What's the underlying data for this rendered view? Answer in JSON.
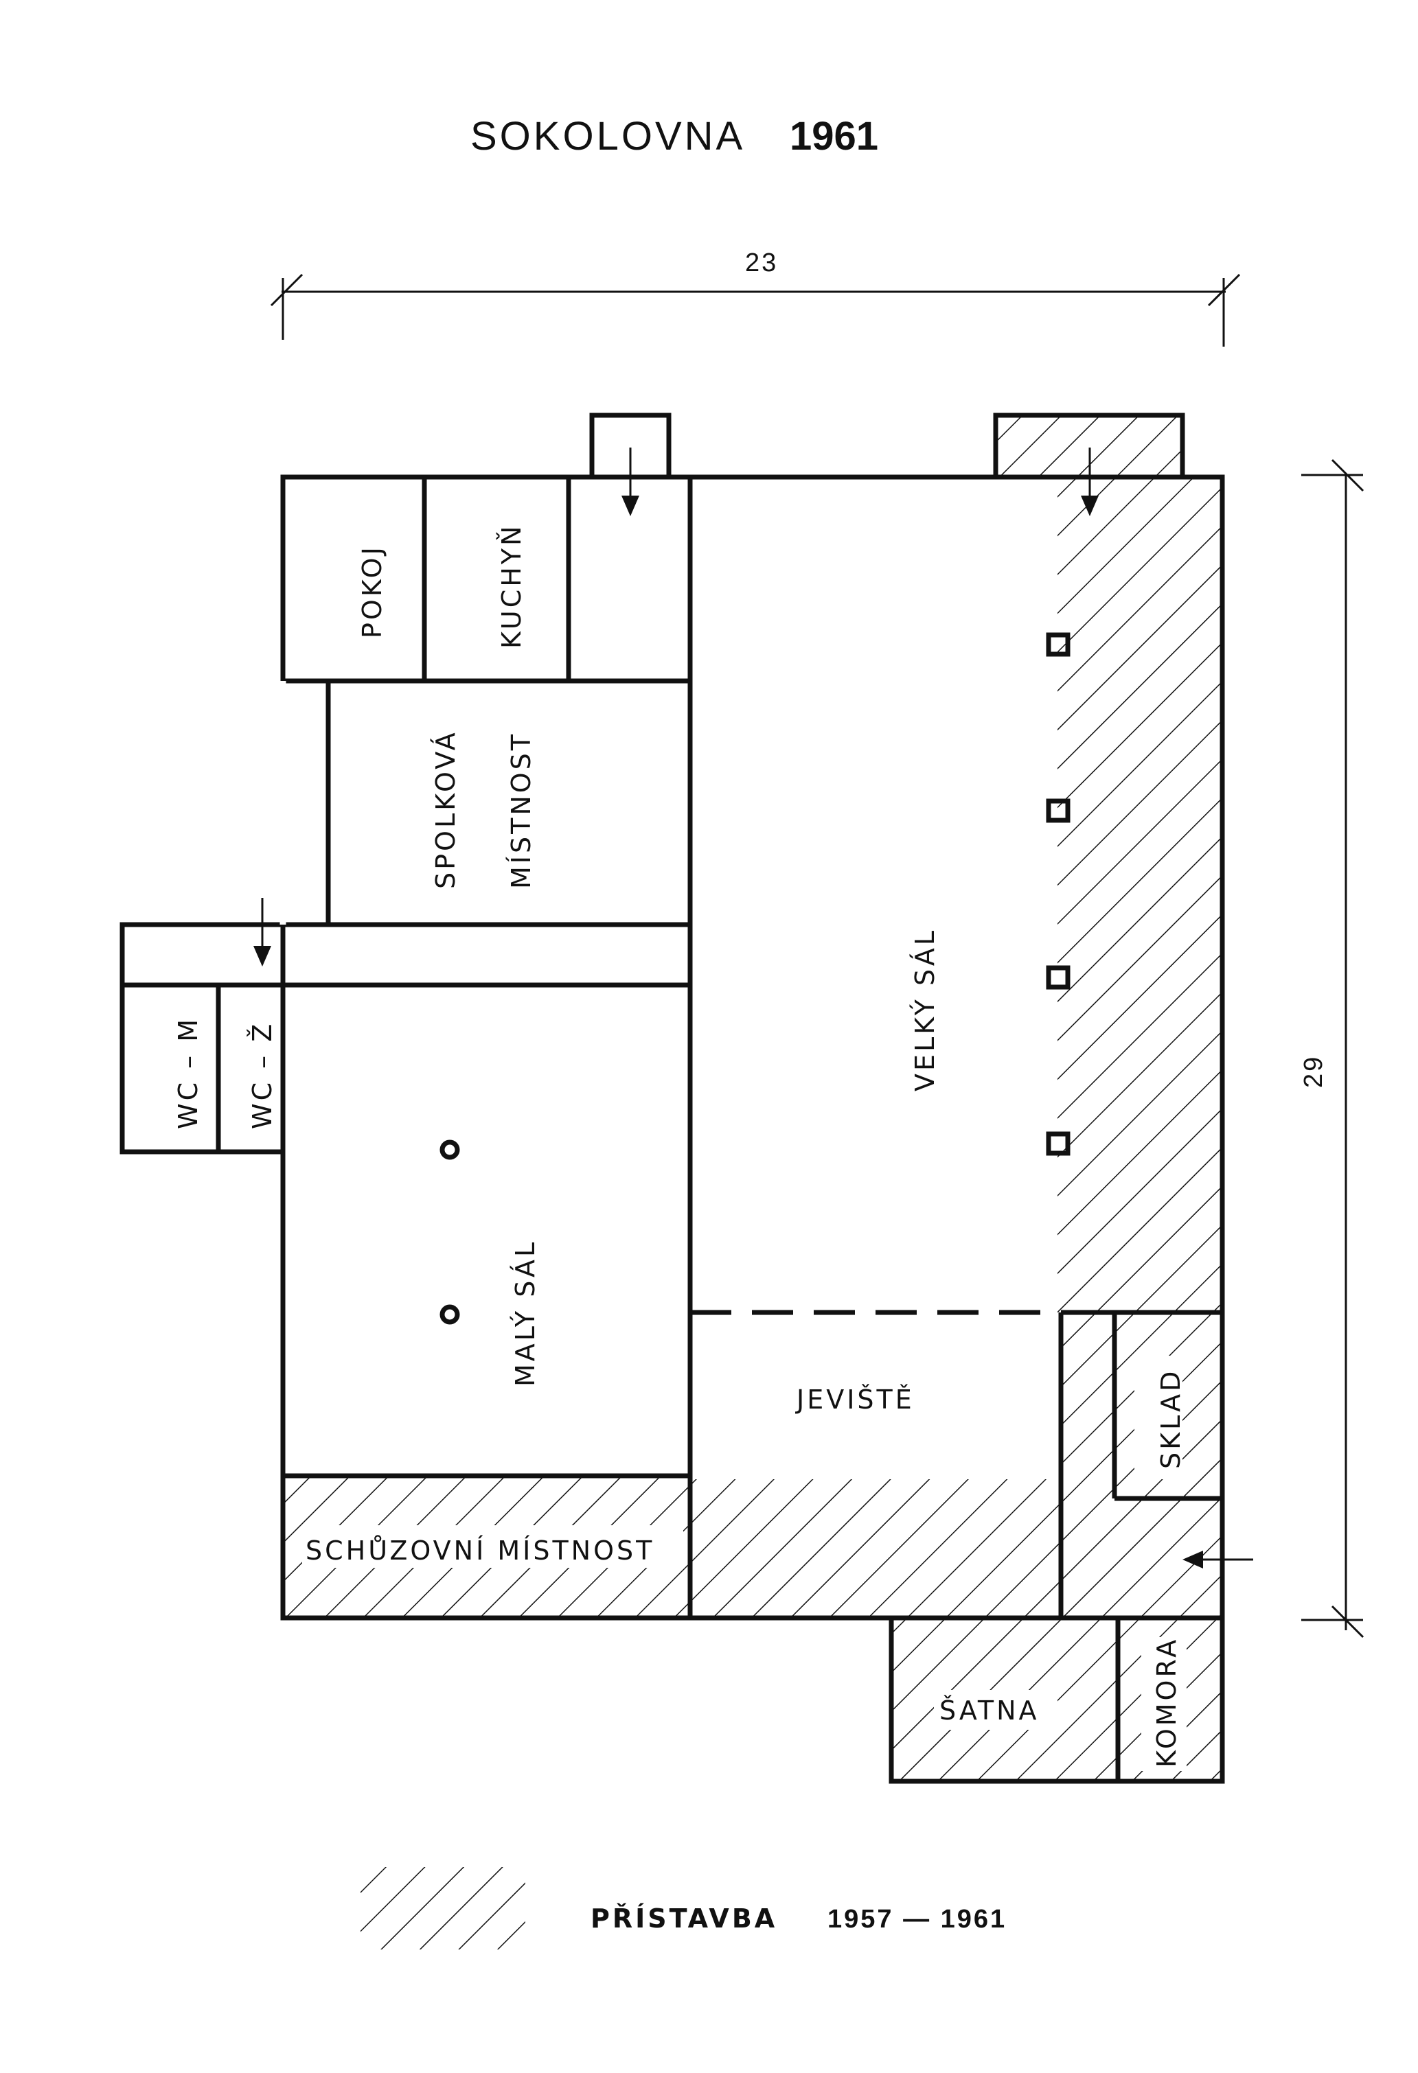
{
  "title": {
    "name": "SOKOLOVNA",
    "year": "1961"
  },
  "dimensions": {
    "width": "23",
    "depth": "29"
  },
  "rooms": {
    "pokoj": "POKOJ",
    "kuchyn": "KUCHYŇ",
    "spolkova_1": "SPOLKOVÁ",
    "spolkova_2": "MÍSTNOST",
    "wc_m": "WC – M",
    "wc_z": "WC – Ž",
    "maly_sal": "MALÝ  SÁL",
    "velky_sal": "VELKÝ  SÁL",
    "jeviste": "JEVIŠTĚ",
    "sklad": "SKLAD",
    "schuzovni": "SCHŮZOVNÍ MÍSTNOST",
    "satna": "ŠATNA",
    "komora": "KOMORA"
  },
  "legend": {
    "label": "PŘÍSTAVBA",
    "years": "1957 — 1961"
  },
  "colors": {
    "ink": "#111111",
    "paper": "#ffffff"
  }
}
